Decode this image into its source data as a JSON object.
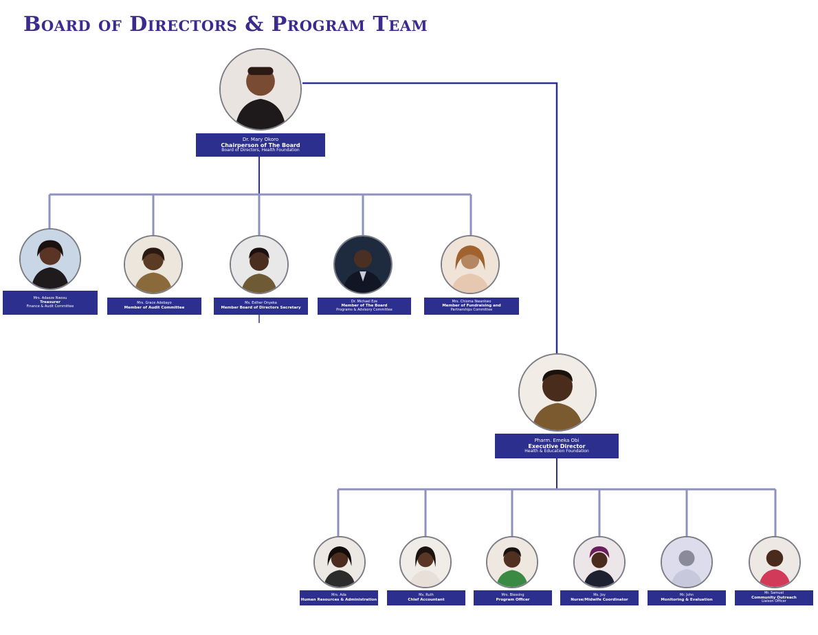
{
  "header": {
    "title": "Board of Directors & Program Team"
  },
  "colors": {
    "accent": "#2d2f8f",
    "title": "#3c2a8c",
    "line": "#2d2f8f",
    "connector": "#9a9cc9"
  },
  "chair": {
    "name": "Dr. Mary Okoro",
    "role": "Chairperson of The Board",
    "org": "Board of Directors, Health Foundation"
  },
  "board": [
    {
      "name": "Mrs. Adaeze Nwosu",
      "role": "Treasurer",
      "org": "Finance & Audit Committee"
    },
    {
      "name": "Mrs. Grace Adebayo",
      "role": "Member of Audit Committee",
      "org": ""
    },
    {
      "name": "Ms. Esther Onyeka",
      "role": "Member Board of Directors Secretary",
      "org": ""
    },
    {
      "name": "Dr. Michael Eze",
      "role": "Member of The Board",
      "org": "Programs & Advisory Committee"
    },
    {
      "name": "Mrs. Chioma Nwankwo",
      "role": "Member of Fundraising and",
      "org": "Partnerships Committee"
    }
  ],
  "director": {
    "name": "Pharm. Emeka Obi",
    "role": "Executive Director",
    "org": "Health & Education Foundation"
  },
  "team": [
    {
      "name": "Mrs. Ada",
      "role": "Human Resources & Administration",
      "org": ""
    },
    {
      "name": "Ms. Ruth",
      "role": "Chief Accountant",
      "org": ""
    },
    {
      "name": "Mrs. Blessing",
      "role": "Program Officer",
      "org": ""
    },
    {
      "name": "Ms. Joy",
      "role": "Nurse/Midwife Coordinator",
      "org": ""
    },
    {
      "name": "Mr. John",
      "role": "Monitoring & Evaluation",
      "org": ""
    },
    {
      "name": "Mr. Samuel",
      "role": "Community Outreach",
      "org": "Liaison Officer"
    }
  ]
}
